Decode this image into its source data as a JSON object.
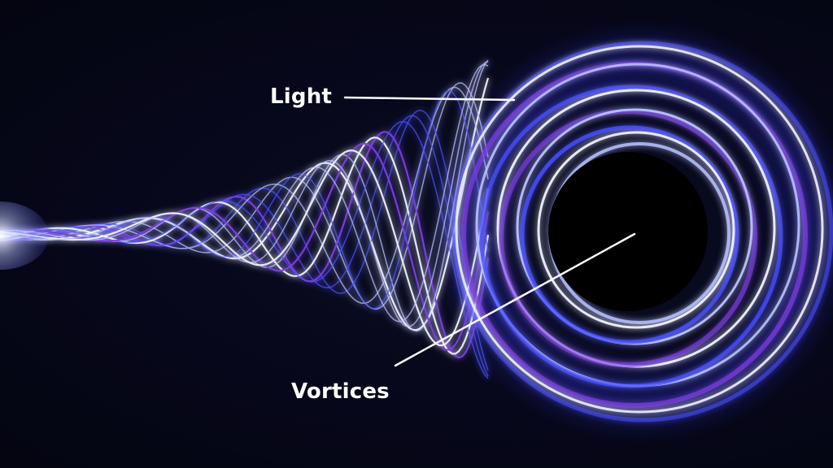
{
  "labels": {
    "light": "Light",
    "vortices": "Vortices"
  },
  "colors": {
    "background": "#05060f",
    "label_text": "#ffffff",
    "pointer_line": "#ffffff",
    "hole": "#000000",
    "strand_white": "#eef0ff",
    "strand_light": "#b9c2ff",
    "strand_blue": "#4a50ff",
    "strand_violet": "#7b3fe0",
    "glow": "#3a3cff"
  },
  "icons": [
    "light-stream-spiral",
    "black-hole-vortex"
  ]
}
